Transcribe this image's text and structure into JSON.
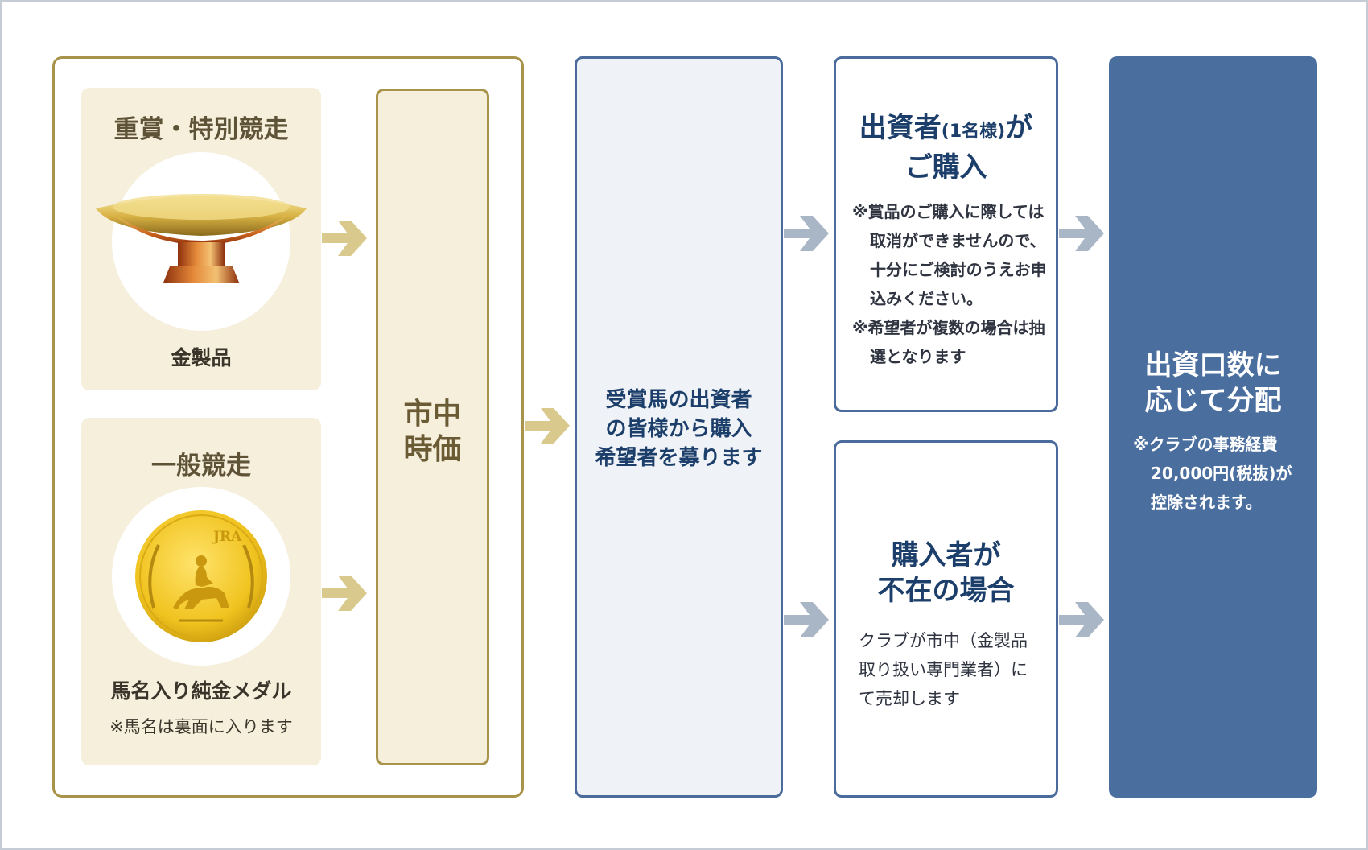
{
  "prizes": {
    "graded": {
      "title": "重賞・特別競走",
      "caption": "金製品",
      "image_icon": "gold-trophy-cup-icon"
    },
    "general": {
      "title": "一般競走",
      "caption": "馬名入り純金メダル",
      "note": "※馬名は裏面に入ります",
      "image_icon": "gold-medal-icon",
      "medal_text": "JRA"
    }
  },
  "market": {
    "label_line1": "市中",
    "label_line2": "時価"
  },
  "recruit": {
    "line1": "受賞馬の出資者",
    "line2": "の皆様から購入",
    "line3": "希望者を募ります"
  },
  "buyer": {
    "title_main": "出資者",
    "title_small": "(1名様)",
    "title_suffix": "が",
    "title_line2": "ご購入",
    "notes": [
      "※賞品のご購入に際しては取消ができませんので、十分にご検討のうえお申込みください。",
      "※希望者が複数の場合は抽選となります"
    ]
  },
  "absent": {
    "title_line1": "購入者が",
    "title_line2": "不在の場合",
    "text": "クラブが市中（金製品取り扱い専門業者）にて売却します"
  },
  "distribute": {
    "title_line1": "出資口数に",
    "title_line2": "応じて分配",
    "note": "※クラブの事務経費20,000円(税抜)が控除されます。"
  },
  "colors": {
    "gold_border": "#a8934a",
    "gold_fill": "#f5efdc",
    "gold_arrow": "#d9c98d",
    "navy": "#1c3e6a",
    "blue_border": "#4a6b9c",
    "blue_fill": "#4a6f9f",
    "gray_arrow": "#a9b6c6"
  }
}
